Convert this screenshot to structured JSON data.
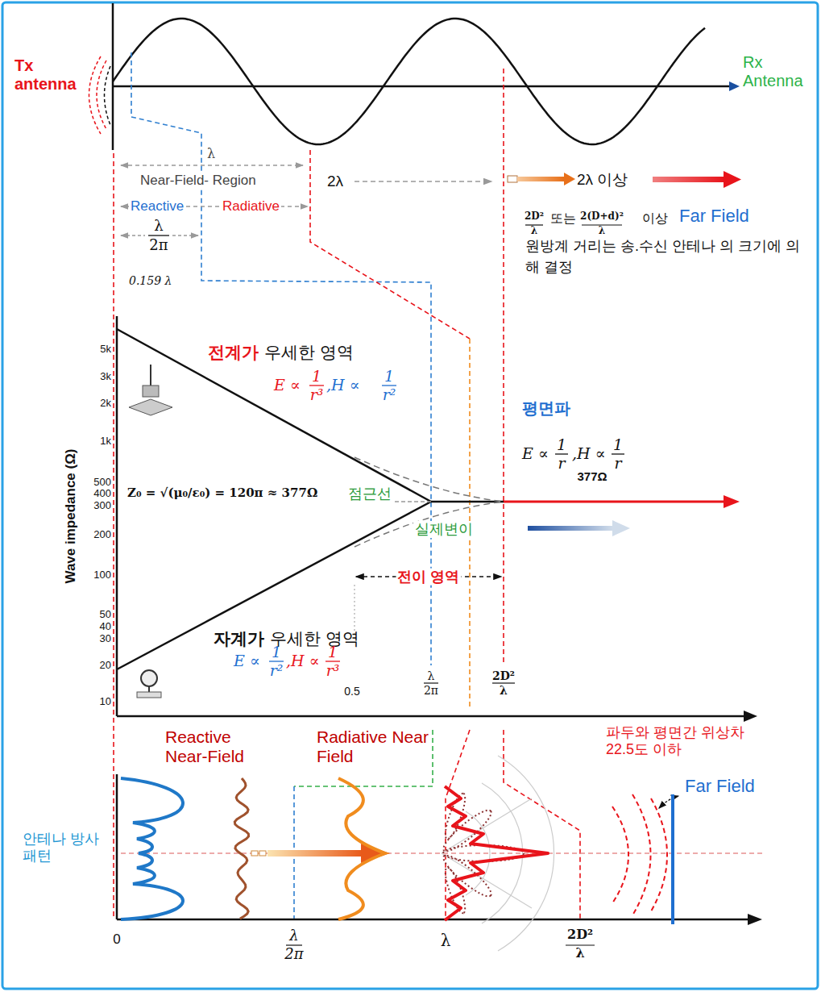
{
  "diagram": {
    "labels": [
      "Tx antenna",
      "Rx Antenna",
      "λ",
      "Near-Field- Region",
      "Reactive",
      "Radiative",
      "λ",
      "2π",
      "0.159 λ",
      "2λ",
      "2λ 이상",
      "2D²",
      "λ",
      "또는",
      "2(D+d)²",
      "λ",
      "이상",
      "Far Field",
      "원방계 거리는 송.수신 안테나 의 크기에 의해 결정",
      "Wave impedance (Ω)",
      "5k",
      "3k",
      "2k",
      "1k",
      "500",
      "400",
      "300",
      "200",
      "100",
      "50",
      "40",
      "30",
      "20",
      "10",
      "전계가",
      "우세한 영역",
      "E ∝",
      "1",
      "r³",
      ",H ∝",
      "1",
      "r²",
      "평면파",
      "E ∝",
      "1",
      "r",
      ",H ∝",
      "1",
      "r",
      "377Ω",
      "Z₀ = √(μ₀/ε₀) = 120π ≈ 377Ω",
      "점근선",
      "실제변이",
      "전이 영역",
      "자계가",
      "우세한 영역",
      "E ∝",
      "1",
      "r²",
      ",H ∝",
      "1",
      "r³",
      "0.5",
      "λ",
      "2π",
      "2D²",
      "λ",
      "Reactive Near-Field",
      "Radiative Near Field",
      "파두와 평면간 위상차 22.5도 이하",
      "Far Field",
      "안테나 방사패턴",
      "0",
      "λ",
      "2π",
      "λ",
      "2D²",
      "λ"
    ]
  }
}
